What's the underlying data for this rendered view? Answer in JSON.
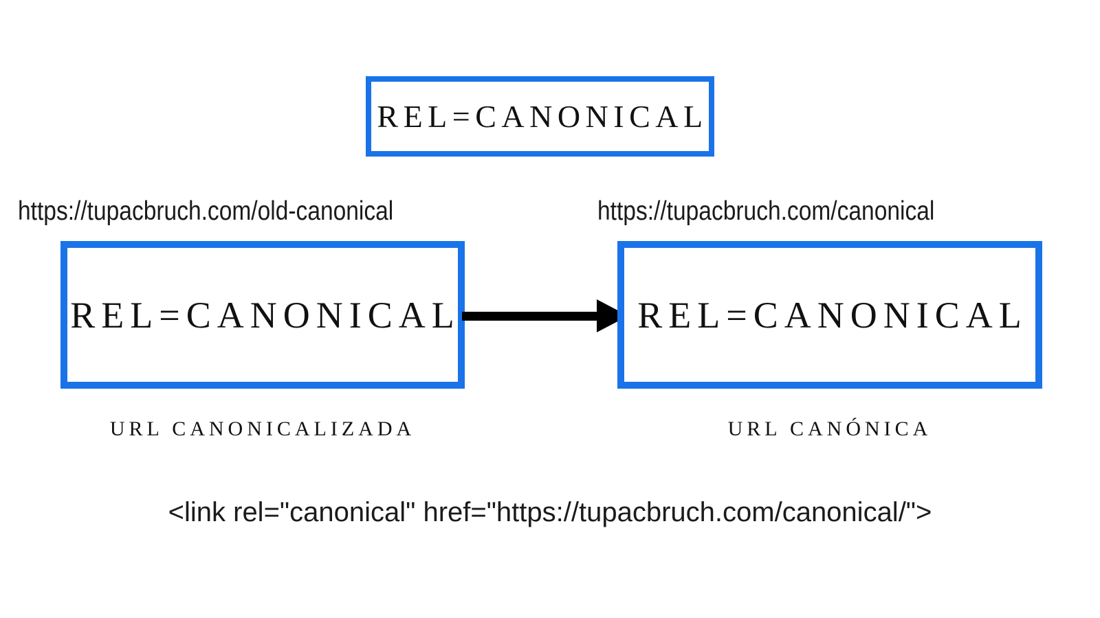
{
  "canvas": {
    "background": "#ffffff",
    "accent_blue": "#1a73e8",
    "text_color": "#111111"
  },
  "top_box": {
    "text": "REL=CANONICAL"
  },
  "left_column": {
    "url": "https://tupacbruch.com/old-canonical",
    "box_text": "REL=CANONICAL",
    "caption": "URL CANONICALIZADA"
  },
  "right_column": {
    "url": "https://tupacbruch.com/canonical",
    "box_text": "REL=CANONICAL",
    "caption": "URL CANÓNICA"
  },
  "arrow": {
    "direction": "left-to-right",
    "color": "#000000"
  },
  "code_snippet": {
    "text": "<link rel=\"canonical\" href=\"https://tupacbruch.com/canonical/\">"
  }
}
